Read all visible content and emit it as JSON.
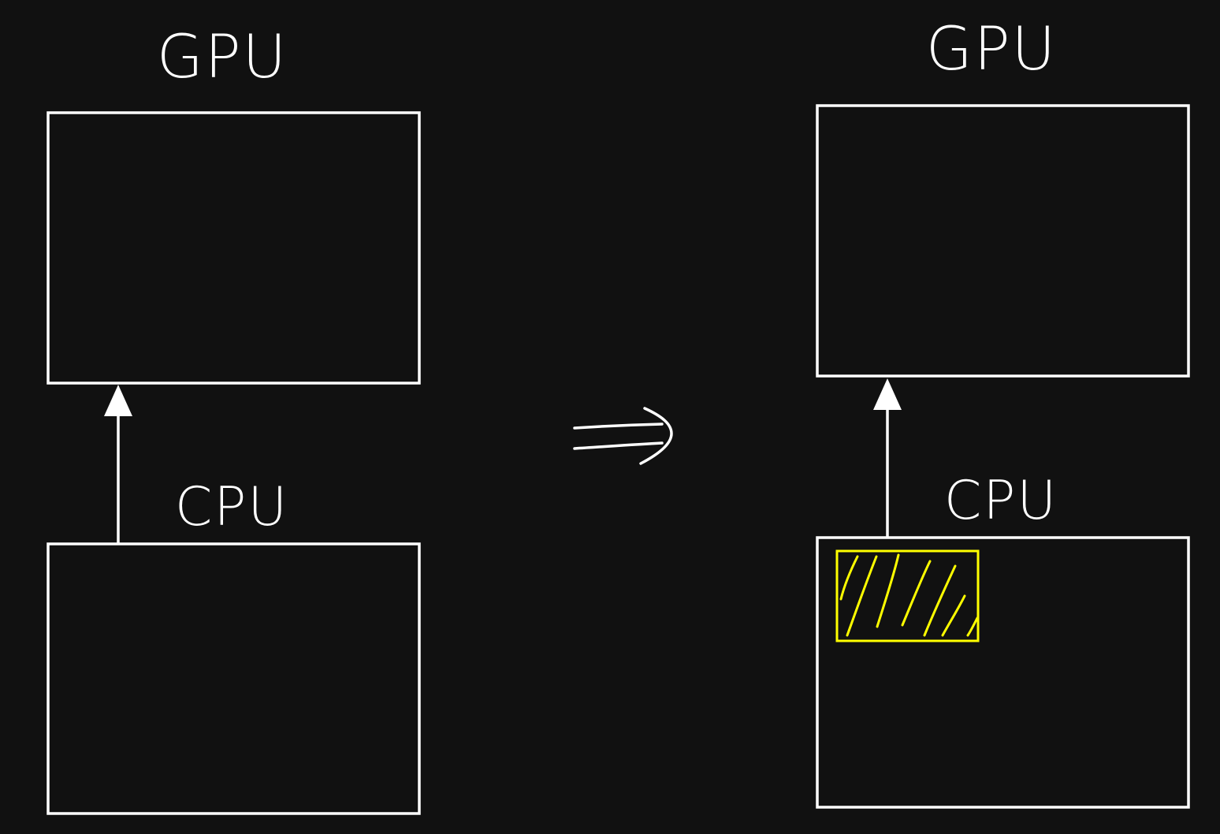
{
  "diagram": {
    "left": {
      "gpu_label": "GPU",
      "cpu_label": "CPU"
    },
    "right": {
      "gpu_label": "GPU",
      "cpu_label": "CPU"
    },
    "transition_icon": "double-arrow-right-icon",
    "colors": {
      "background": "#111111",
      "stroke": "#ffffff",
      "highlight": "#ffff00"
    }
  }
}
